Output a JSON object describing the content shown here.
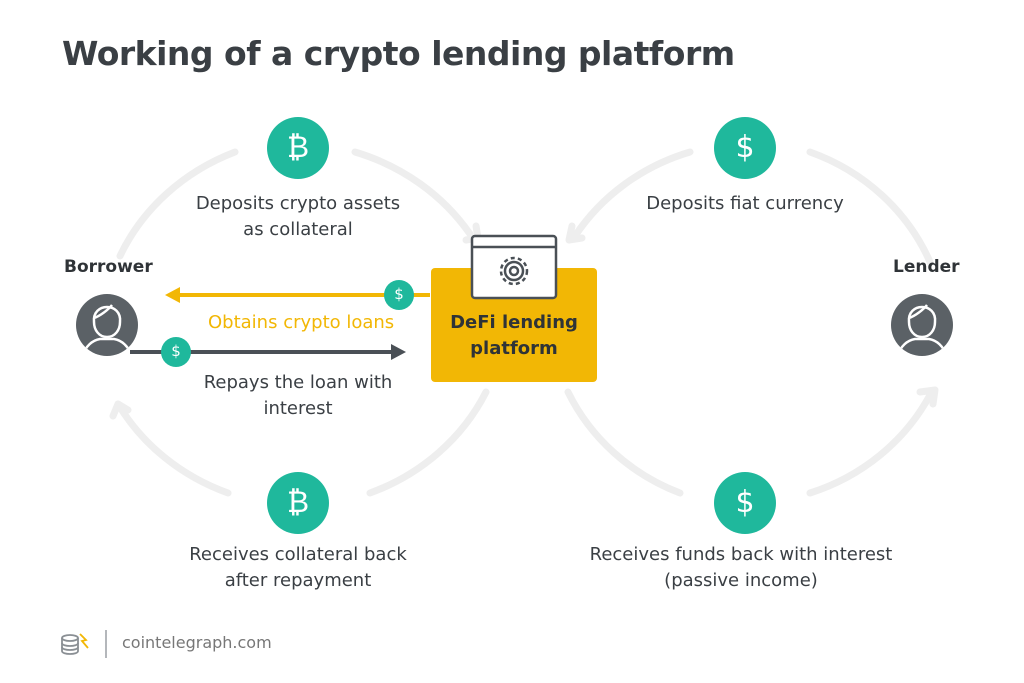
{
  "title": "Working of a crypto lending platform",
  "actors": {
    "borrower": "Borrower",
    "lender": "Lender"
  },
  "platform": {
    "line1": "DeFi lending",
    "line2": "platform"
  },
  "steps": {
    "borrower_deposit": {
      "line1": "Deposits crypto assets",
      "line2": "as collateral",
      "icon": "bitcoin-icon"
    },
    "borrower_receive": {
      "line1": "Receives collateral back",
      "line2": "after repayment",
      "icon": "bitcoin-icon"
    },
    "lender_deposit": {
      "line1": "Deposits fiat currency",
      "icon": "dollar-icon"
    },
    "lender_receive": {
      "line1": "Receives funds back with interest",
      "line2": "(passive income)",
      "icon": "dollar-icon"
    }
  },
  "flows": {
    "obtain_loan": "Obtains crypto loans",
    "repay": {
      "line1": "Repays the loan with",
      "line2": "interest"
    }
  },
  "icon_glyphs": {
    "bitcoin": "₿",
    "dollar": "$"
  },
  "footer": {
    "brand": "cointelegraph.com"
  },
  "colors": {
    "teal": "#1fb89c",
    "gold": "#f2b705",
    "dark_gray": "#4a5056",
    "avatar": "#5b6166",
    "cycle_ring": "#eeeeee",
    "text": "#3a3f44"
  }
}
